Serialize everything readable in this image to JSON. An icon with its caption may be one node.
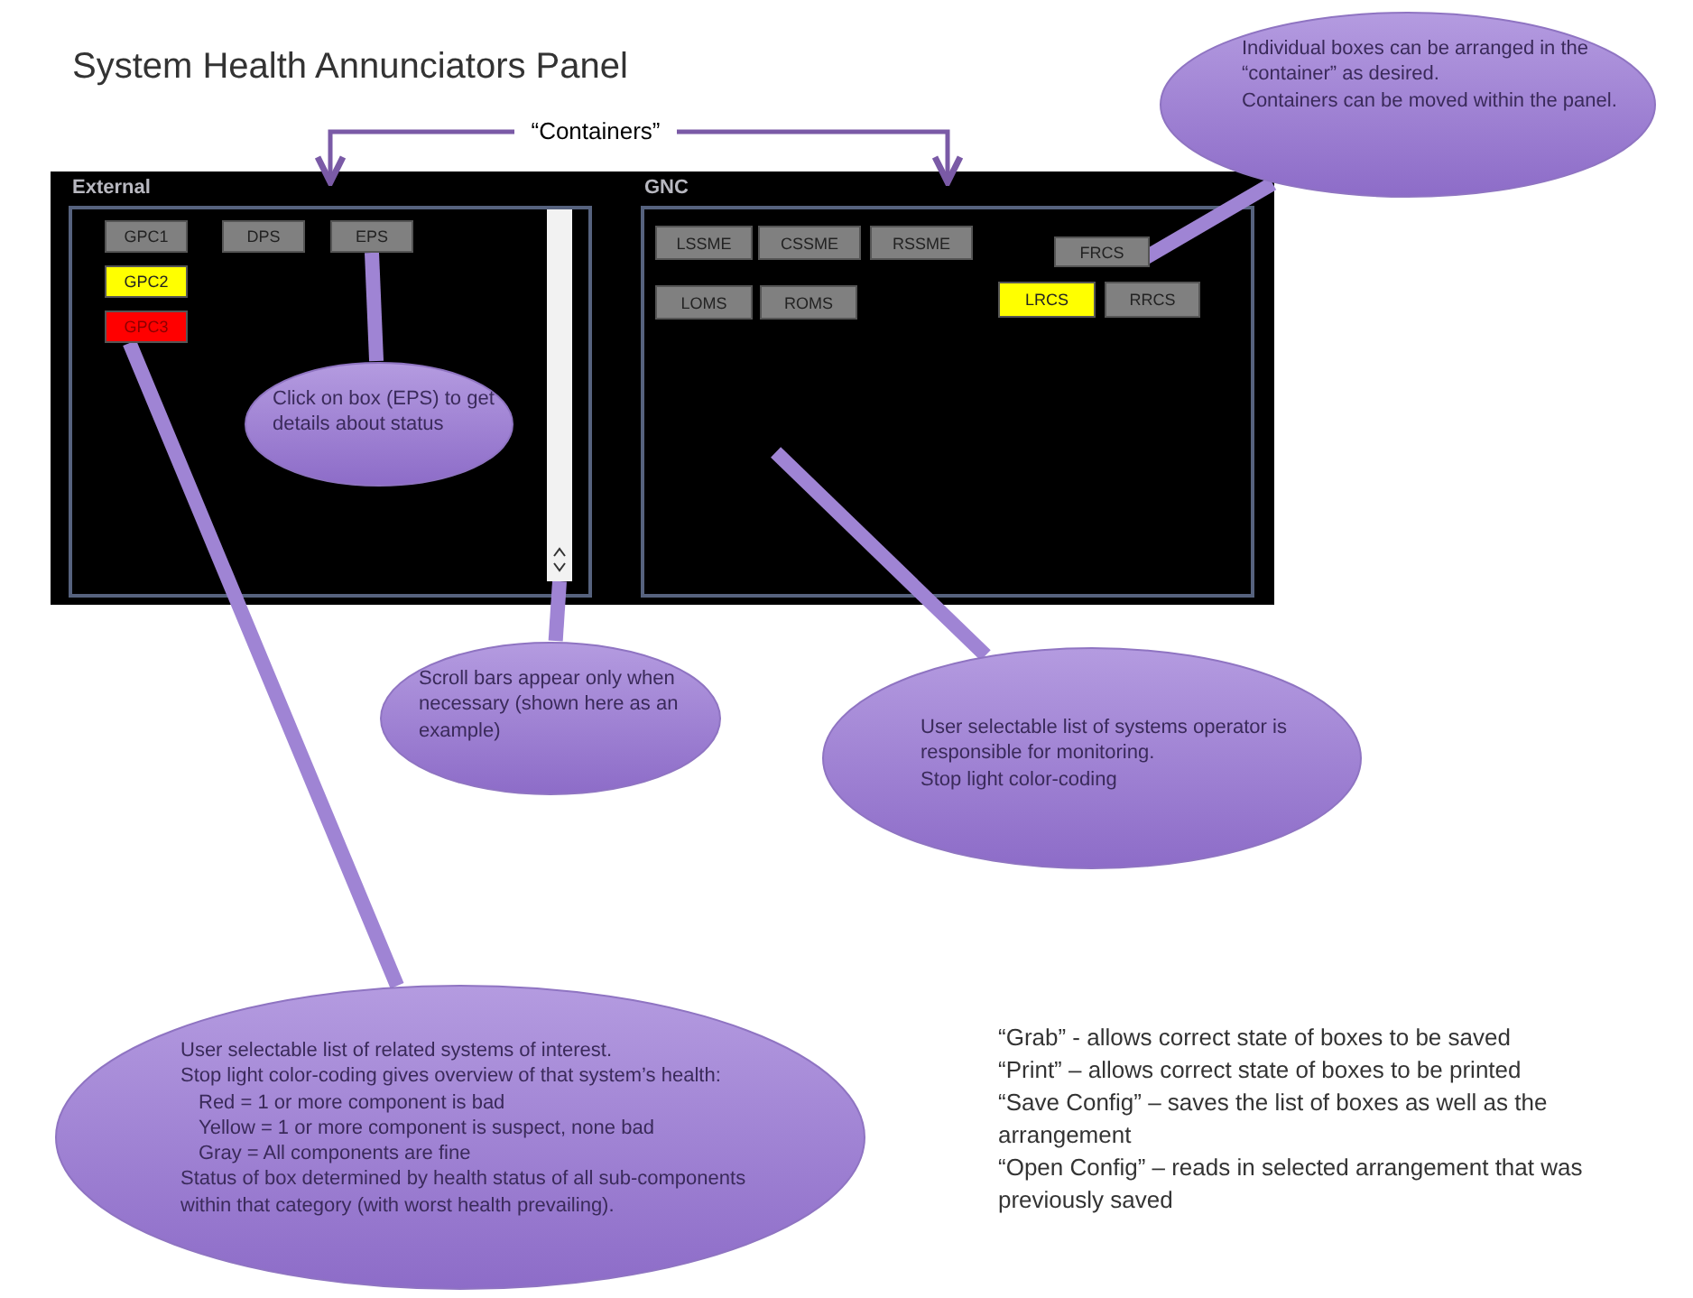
{
  "diagram": {
    "title": "System Health Annunciators Panel",
    "nodes": [
      {
        "text": [],
        "shape": "box"
      },
      {
        "text": [
          "External"
        ],
        "in": 0
      },
      {
        "text": [
          "GPC1"
        ],
        "in": 1
      },
      {
        "text": [
          "DPS"
        ],
        "in": 1
      },
      {
        "text": [
          "EPS"
        ],
        "in": 1
      },
      {
        "text": [
          "GPC2"
        ],
        "in": 1
      },
      {
        "text": [
          "GPC3"
        ],
        "in": 1
      },
      {
        "text": [],
        "shape": "bar",
        "in": 1
      },
      {
        "text": [
          "GNC"
        ],
        "in": 0
      },
      {
        "text": [
          "LSSME"
        ],
        "in": 8
      },
      {
        "text": [
          "CSSME"
        ],
        "in": 8
      },
      {
        "text": [
          "RSSME"
        ],
        "in": 8
      },
      {
        "text": [
          "FRCS"
        ],
        "in": 8
      },
      {
        "text": [
          "LOMS"
        ],
        "in": 8
      },
      {
        "text": [
          "ROMS"
        ],
        "in": 8
      },
      {
        "text": [
          "LRCS"
        ],
        "in": 8
      },
      {
        "text": [
          "RRCS"
        ],
        "in": 8
      },
      {
        "text": [
          "“Containers”"
        ]
      },
      {
        "text": [
          "Individual boxes can be arranged in the “container” as desired.",
          "Containers can be moved within the panel."
        ]
      },
      {
        "text": [
          "Click on box (EPS) to get details about status"
        ],
        "in": 1
      },
      {
        "text": [
          "Scroll bars appear only when necessary (shown here as an example)"
        ]
      },
      {
        "text": [
          "User selectable list of systems operator is responsible for monitoring.",
          "Stop light color-coding"
        ]
      },
      {
        "text": [
          "User selectable list of related systems of interest.",
          "Stop light color-coding gives overview of that system’s health:",
          "Red = 1 or more component is bad",
          "Yellow = 1 or more component is suspect, none bad",
          "Gray = All components are fine",
          "Status of box determined by health status of all sub-components within that category (with worst health prevailing)."
        ]
      }
    ],
    "edges": [
      {
        "from": 17,
        "to": 1,
        "arrow": "to"
      },
      {
        "from": 17,
        "to": 8,
        "arrow": "to"
      },
      {
        "from": 18,
        "to": 12,
        "arrow": "none"
      },
      {
        "from": 19,
        "to": 4,
        "arrow": "none"
      },
      {
        "from": 20,
        "to": 7,
        "arrow": "none"
      },
      {
        "from": 21,
        "to": 8,
        "arrow": "none"
      },
      {
        "from": 22,
        "to": 6,
        "arrow": "none"
      }
    ],
    "labels": [
      "“Grab” -  allows correct state of boxes to be saved",
      "“Print” –  allows correct state of boxes to be printed",
      "“Save Config” – saves the list of boxes as well as the arrangement",
      "“Open Config” – reads in selected arrangement that was previously saved"
    ]
  }
}
